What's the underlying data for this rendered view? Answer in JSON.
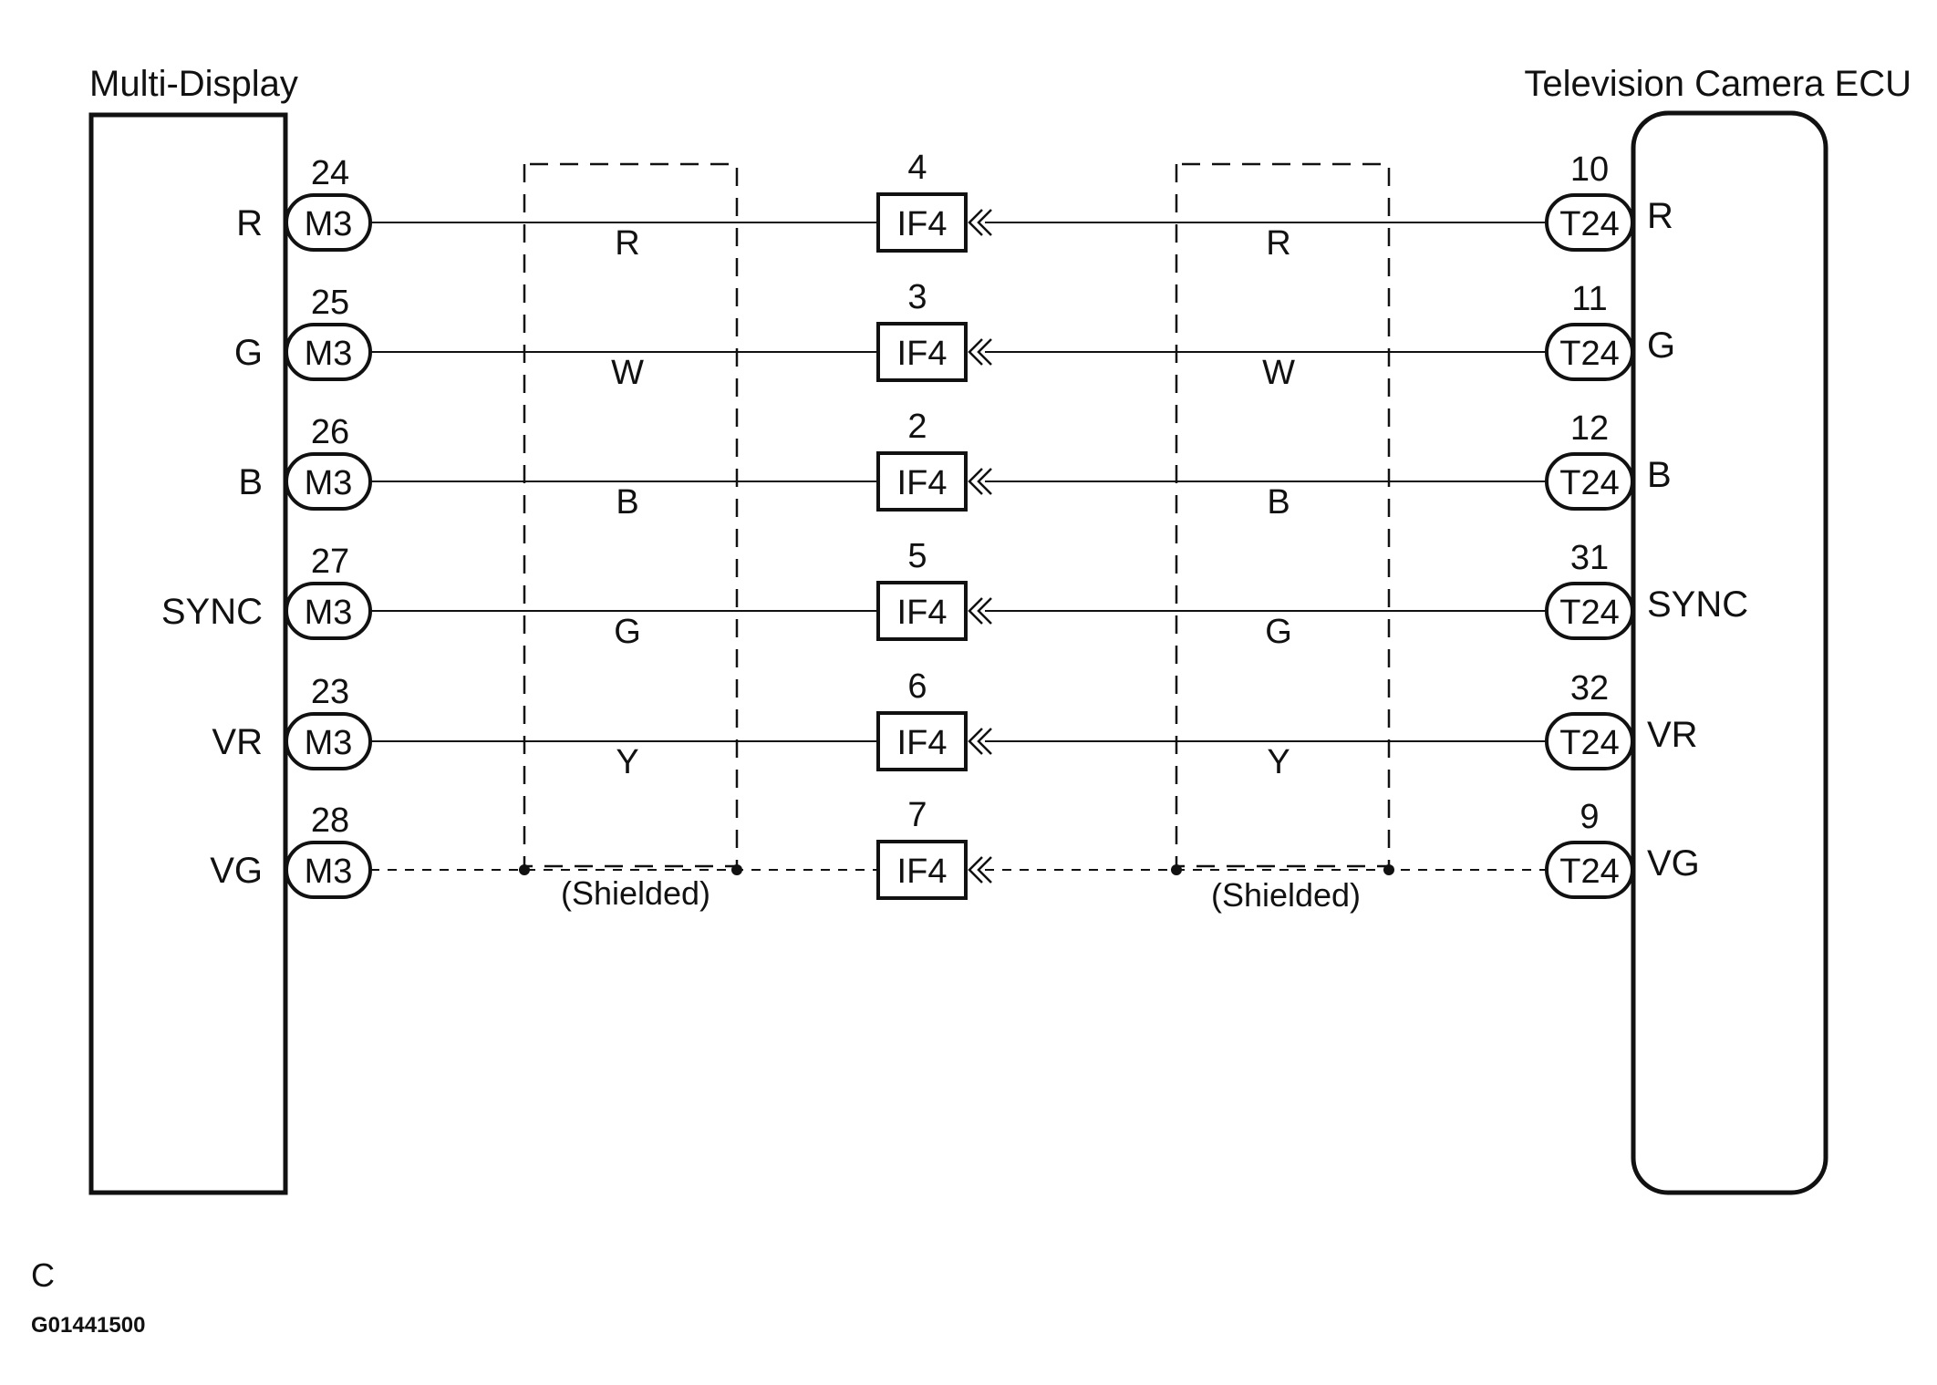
{
  "left_component": "Multi-Display",
  "right_component": "Television Camera ECU",
  "rows": [
    {
      "signal": "R",
      "left_pin": "24",
      "left_connector": "M3",
      "junction_pin": "4",
      "junction": "IF4",
      "wire_left": "R",
      "wire_right": "R",
      "right_pin": "10",
      "right_connector": "T24",
      "shielded": false
    },
    {
      "signal": "G",
      "left_pin": "25",
      "left_connector": "M3",
      "junction_pin": "3",
      "junction": "IF4",
      "wire_left": "W",
      "wire_right": "W",
      "right_pin": "11",
      "right_connector": "T24",
      "shielded": false
    },
    {
      "signal": "B",
      "left_pin": "26",
      "left_connector": "M3",
      "junction_pin": "2",
      "junction": "IF4",
      "wire_left": "B",
      "wire_right": "B",
      "right_pin": "12",
      "right_connector": "T24",
      "shielded": false
    },
    {
      "signal": "SYNC",
      "left_pin": "27",
      "left_connector": "M3",
      "junction_pin": "5",
      "junction": "IF4",
      "wire_left": "G",
      "wire_right": "G",
      "right_pin": "31",
      "right_connector": "T24",
      "shielded": false
    },
    {
      "signal": "VR",
      "left_pin": "23",
      "left_connector": "M3",
      "junction_pin": "6",
      "junction": "IF4",
      "wire_left": "Y",
      "wire_right": "Y",
      "right_pin": "32",
      "right_connector": "T24",
      "shielded": false
    },
    {
      "signal": "VG",
      "left_pin": "28",
      "left_connector": "M3",
      "junction_pin": "7",
      "junction": "IF4",
      "wire_left": "",
      "wire_right": "",
      "right_pin": "9",
      "right_connector": "T24",
      "shielded": true
    }
  ],
  "shield_label_left": "(Shielded)",
  "shield_label_right": "(Shielded)",
  "corner_letter": "C",
  "figure_code": "G01441500"
}
